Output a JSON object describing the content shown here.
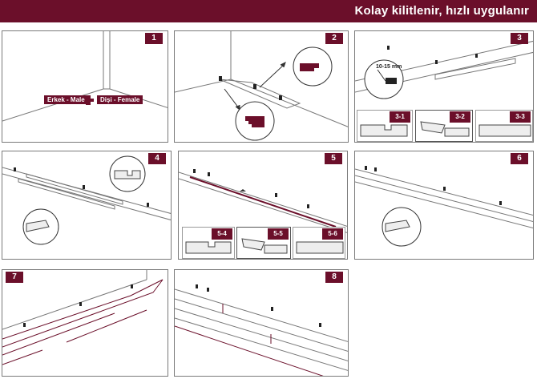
{
  "header": {
    "title": "Kolay kilitlenir, hızlı uygulanır",
    "color": "#6b0f2a"
  },
  "panels": [
    {
      "number": "1",
      "male_label": "Erkek - Male",
      "female_label": "Dişi - Female"
    },
    {
      "number": "2"
    },
    {
      "number": "3",
      "gap_label": "10-15 mm",
      "sub": [
        "3-1",
        "3-2",
        "3-3"
      ]
    },
    {
      "number": "4"
    },
    {
      "number": "5",
      "sub": [
        "5-4",
        "5-5",
        "5-6"
      ]
    },
    {
      "number": "6"
    },
    {
      "number": "7"
    },
    {
      "number": "8"
    }
  ]
}
